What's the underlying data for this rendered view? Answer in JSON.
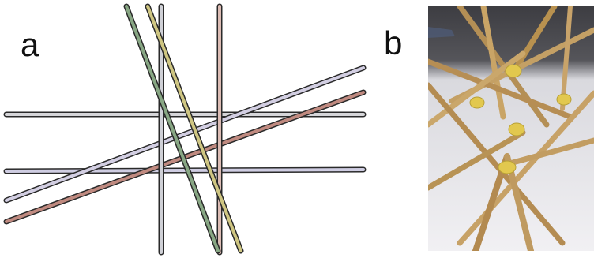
{
  "panels": [
    {
      "label": "a",
      "content": "stick-diagram"
    },
    {
      "label": "b",
      "content": "photo-bamboo-stick-model"
    }
  ],
  "colors": {
    "background": "#ffffff",
    "stick_gray": "#c8c8cc",
    "stick_green": "#7fa07a",
    "stick_yellow": "#c7bf7a",
    "stick_pink": "#d8b4ae",
    "stick_lavender": "#c8c6de",
    "stick_red": "#b97a6e",
    "photo_stick": "#c9a46a",
    "photo_joint": "#e0c64c",
    "photo_background": "#e9e8ec"
  }
}
